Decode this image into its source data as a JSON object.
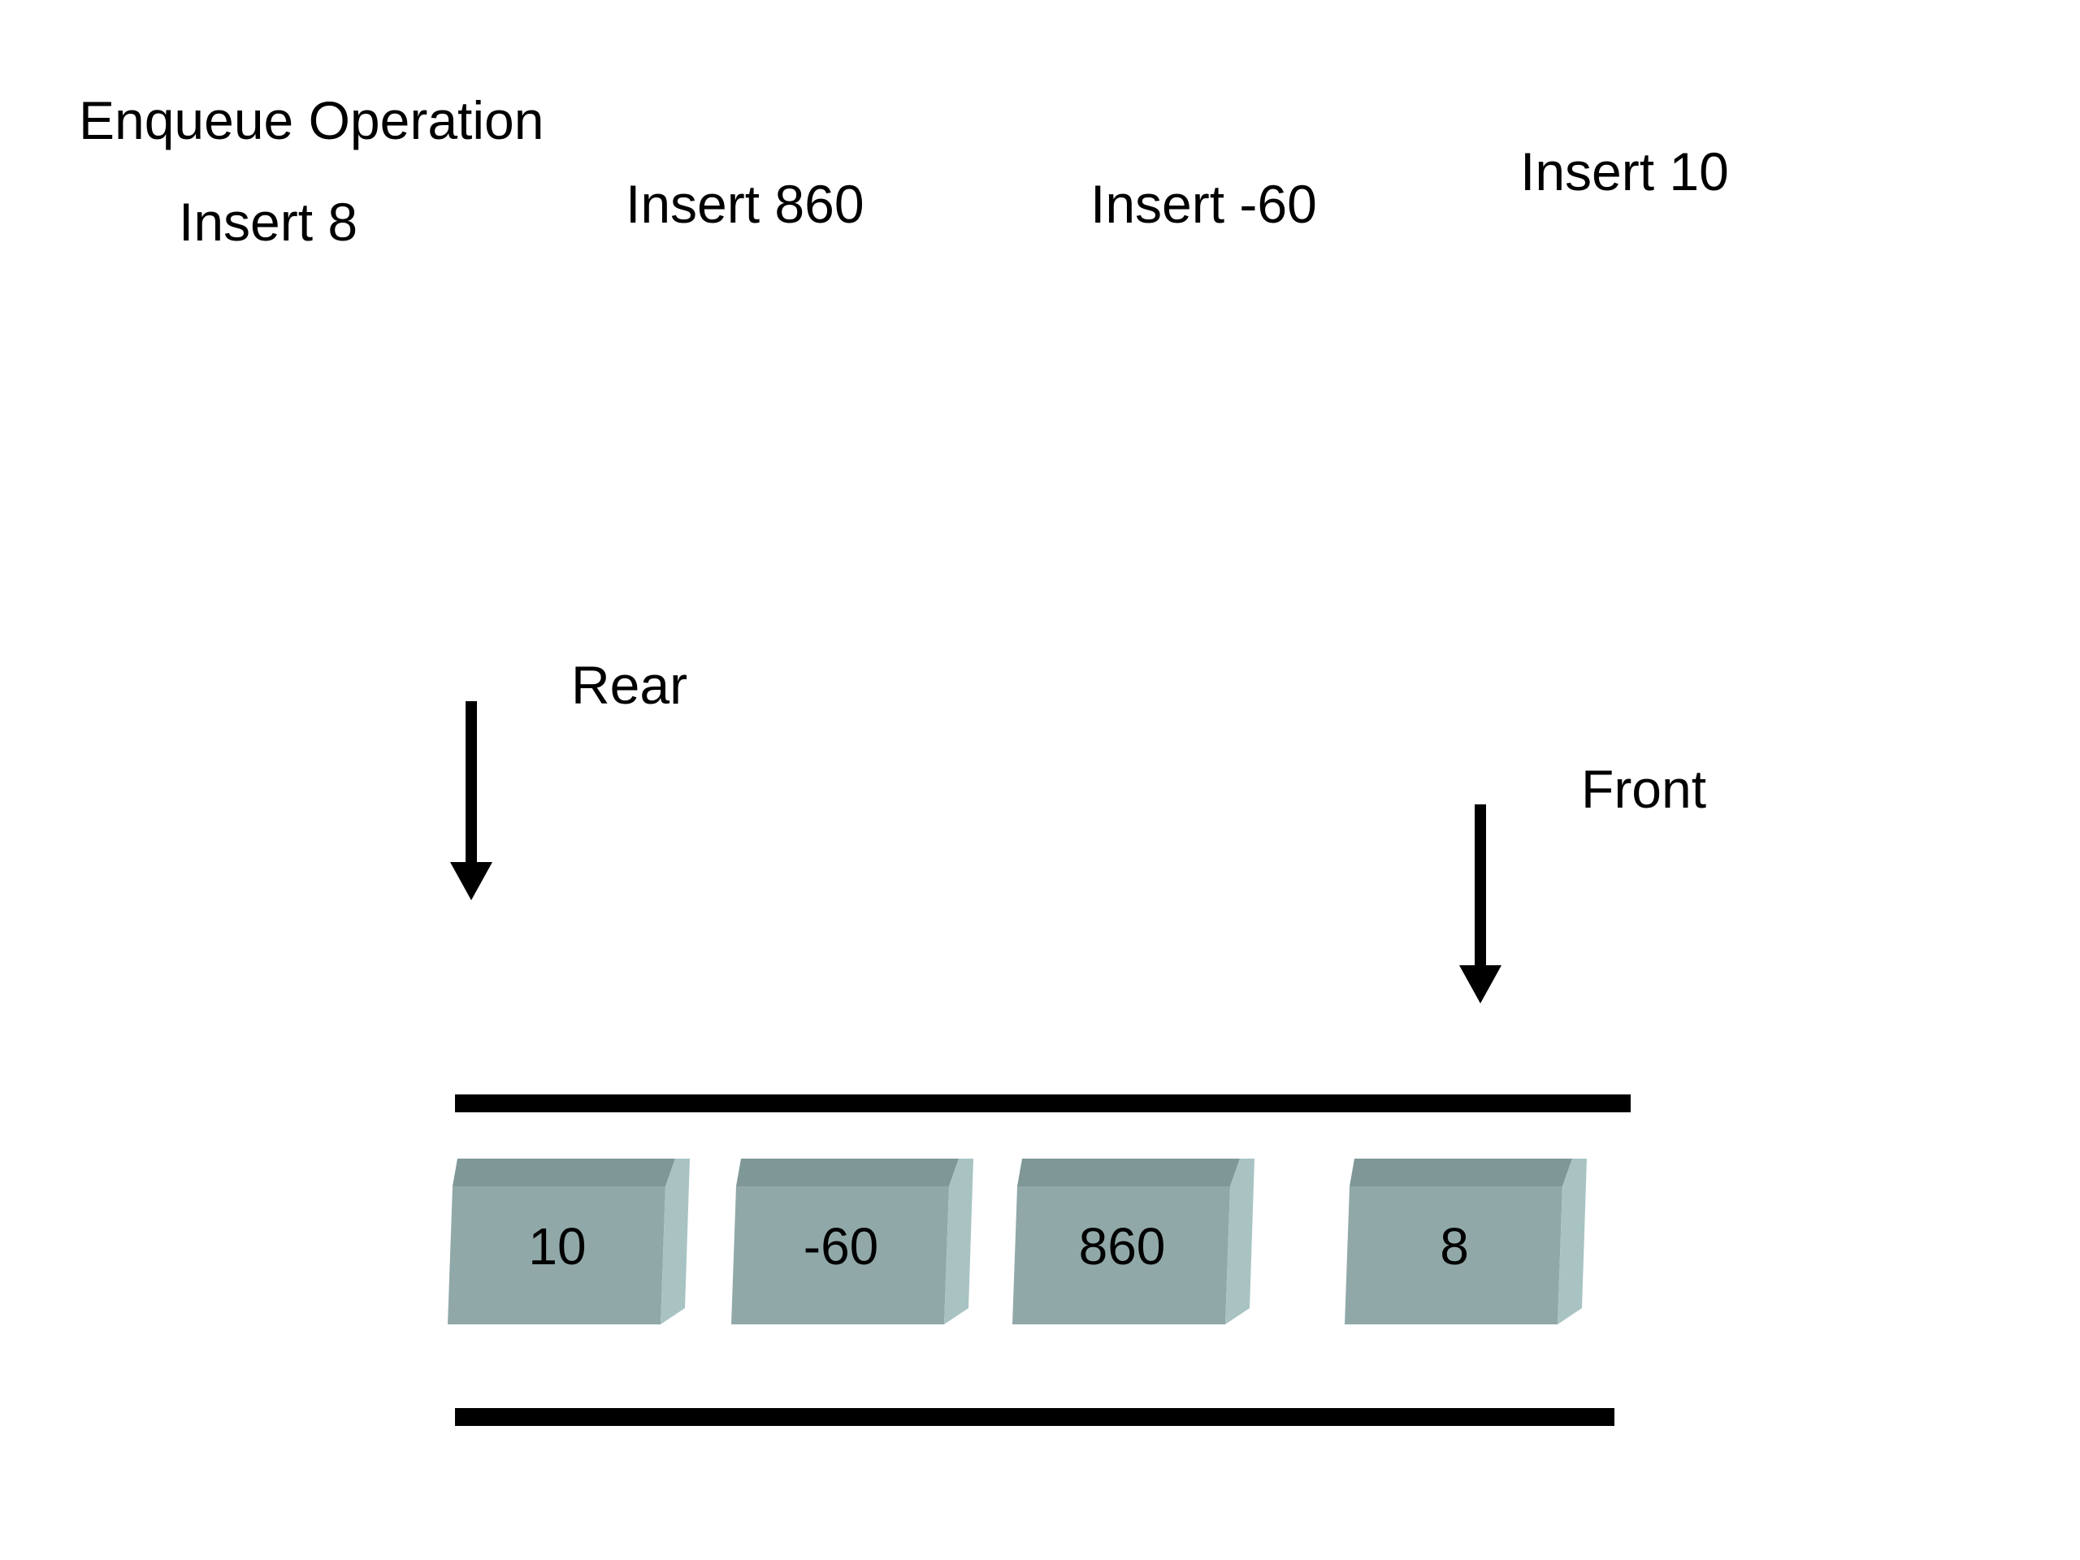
{
  "title": "Enqueue Operation",
  "operations": [
    "Insert 8",
    "Insert 860",
    "Insert -60",
    "Insert 10"
  ],
  "pointers": {
    "rear": "Rear",
    "front": "Front"
  },
  "queue": [
    "10",
    "-60",
    "860",
    "8"
  ],
  "colors": {
    "cell_front": "#90a8a8",
    "cell_top": "#7f9797",
    "cell_side": "#a9c3c3",
    "rail": "#000000",
    "arrow": "#000000"
  }
}
